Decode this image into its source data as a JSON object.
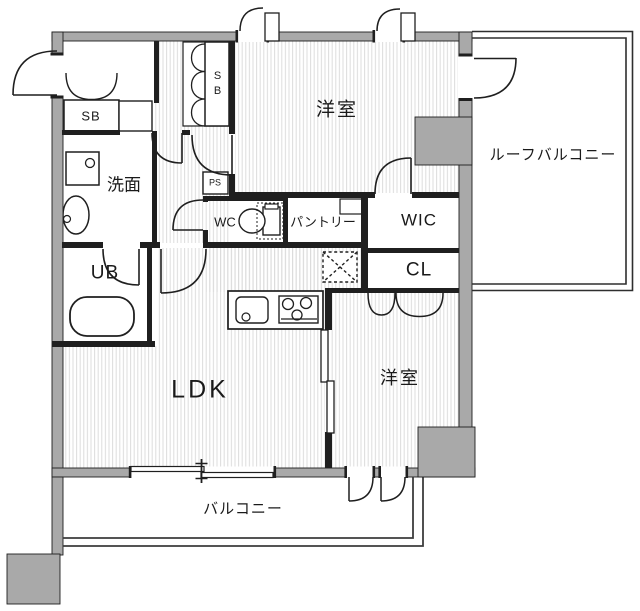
{
  "rooms": {
    "bedroom_top": "洋室",
    "bedroom_bottom": "洋室",
    "ldk": "LDK",
    "washroom": "洗面",
    "unit_bath": "UB",
    "water_closet": "WC",
    "pantry": "パントリー",
    "walk_in_closet": "WIC",
    "closet": "CL",
    "shoe_box_foyer": "SB",
    "shoe_box_hall": "SB",
    "pipe_space": "PS",
    "balcony": "バルコニー",
    "roof_balcony": "ルーフバルコニー"
  },
  "colors": {
    "wall_fill": "#a9a9a9",
    "line": "#1f1f1f",
    "hatch_line": "#dcdcdc",
    "background": "#ffffff"
  }
}
